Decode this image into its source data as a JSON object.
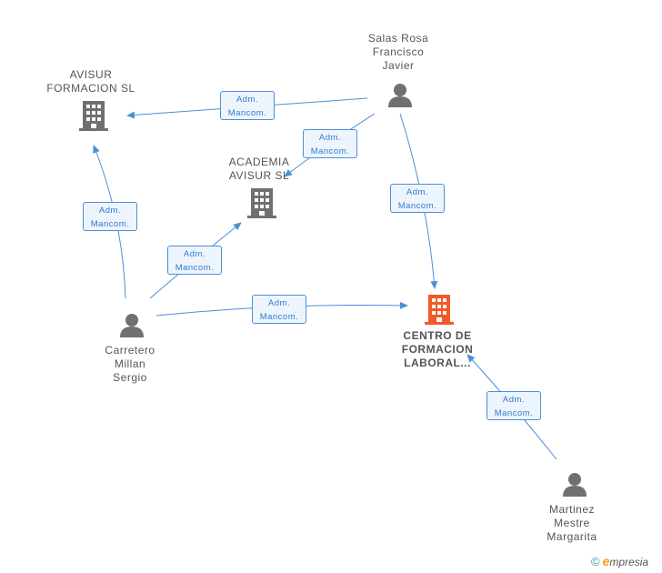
{
  "nodes": {
    "salas": {
      "label": "Salas Rosa\nFrancisco\nJavier",
      "icon": "person-icon"
    },
    "avisur_formacion": {
      "label": "AVISUR\nFORMACION SL",
      "icon": "building-icon"
    },
    "academia": {
      "label": "ACADEMIA\nAVISUR SL",
      "icon": "building-icon"
    },
    "carretero": {
      "label": "Carretero\nMillan\nSergio",
      "icon": "person-icon"
    },
    "centro": {
      "label": "CENTRO DE\nFORMACION\nLABORAL...",
      "icon": "building-icon",
      "color": "#f05a28"
    },
    "martinez": {
      "label": "Martinez\nMestre\nMargarita",
      "icon": "person-icon"
    }
  },
  "edges": [
    {
      "line1": "Adm.",
      "line2": "Mancom."
    },
    {
      "line1": "Adm.",
      "line2": "Mancom."
    },
    {
      "line1": "Adm.",
      "line2": "Mancom."
    },
    {
      "line1": "Adm.",
      "line2": "Mancom."
    },
    {
      "line1": "Adm.",
      "line2": "Mancom."
    },
    {
      "line1": "Adm.",
      "line2": "Mancom."
    },
    {
      "line1": "Adm.",
      "line2": "Mancom."
    }
  ],
  "colors": {
    "edge": "#4a90d9",
    "icon_gray": "#707070",
    "icon_main": "#f05a28"
  },
  "footer": {
    "copyright": "©",
    "brand_initial": "e",
    "brand_rest": "mpresia"
  }
}
